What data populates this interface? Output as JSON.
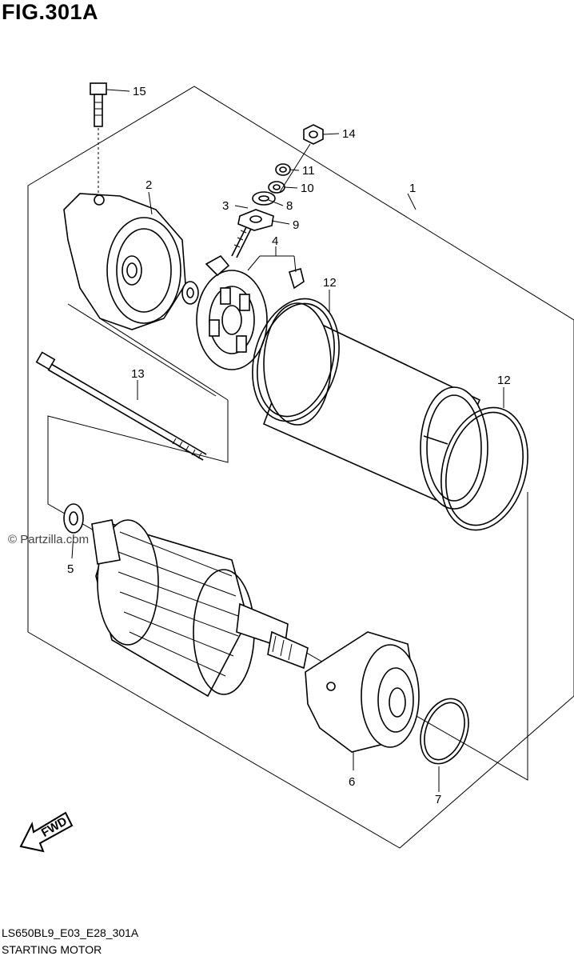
{
  "figure": {
    "title": "FIG.301A"
  },
  "callouts": {
    "c1": "1",
    "c2": "2",
    "c3": "3",
    "c4": "4",
    "c5": "5",
    "c6": "6",
    "c7": "7",
    "c8": "8",
    "c9": "9",
    "c10": "10",
    "c11": "11",
    "c12a": "12",
    "c12b": "12",
    "c13": "13",
    "c14": "14",
    "c15": "15"
  },
  "direction": {
    "label": "FWD"
  },
  "watermark": {
    "text": "© Partzilla.com"
  },
  "footer": {
    "code": "LS650BL9_E03_E28_301A",
    "name": "STARTING MOTOR"
  }
}
